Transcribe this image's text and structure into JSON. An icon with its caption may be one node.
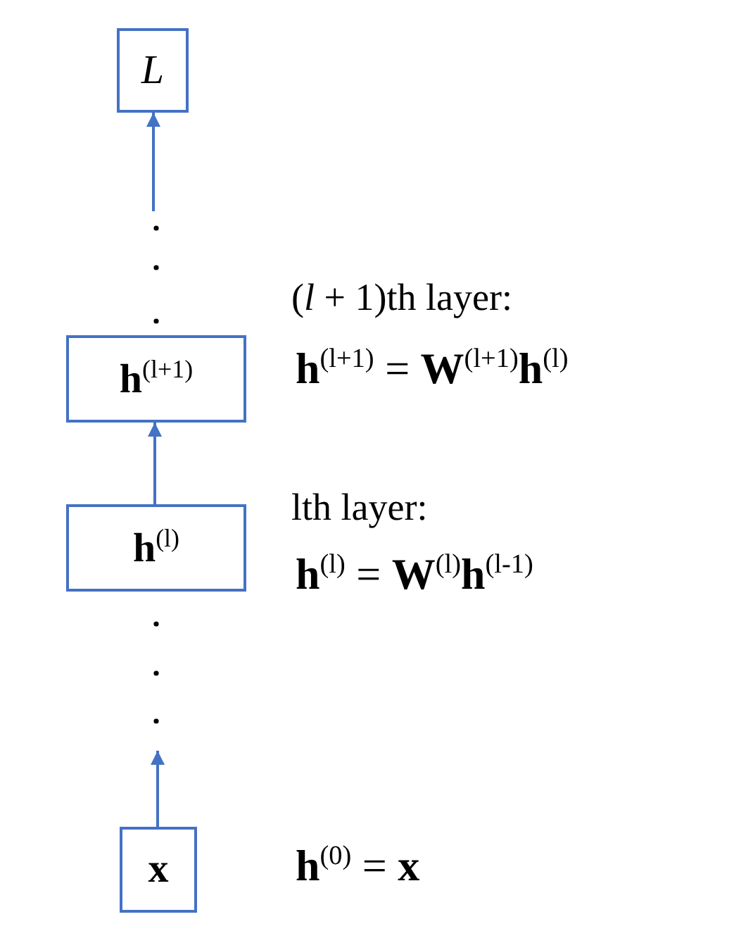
{
  "diagram": {
    "nodes": [
      {
        "text": [
          "L"
        ]
      },
      {
        "text": [
          "**h**$^{(l+1)}$"
        ]
      },
      {
        "text": [
          "**h**$^{(l)}$"
        ]
      },
      {
        "text": [
          "x"
        ]
      }
    ],
    "edges": [
      {
        "from": null,
        "to": 0,
        "arrow": "to"
      },
      {
        "from": 2,
        "to": 1,
        "arrow": "to"
      },
      {
        "from": 3,
        "to": null,
        "arrow": "to"
      }
    ],
    "labels": [
      "(*l* + 1)th layer:",
      "**h**$^{(l+1)}$ = **W**$^{(l+1)}$**h**$^{(l)}$",
      "lth layer:",
      "**h**$^{(l)}$ = **W**$^{(l)}$**h**$^{(l-1)}$",
      "**h**$^{(0)}$ = **x**"
    ]
  }
}
